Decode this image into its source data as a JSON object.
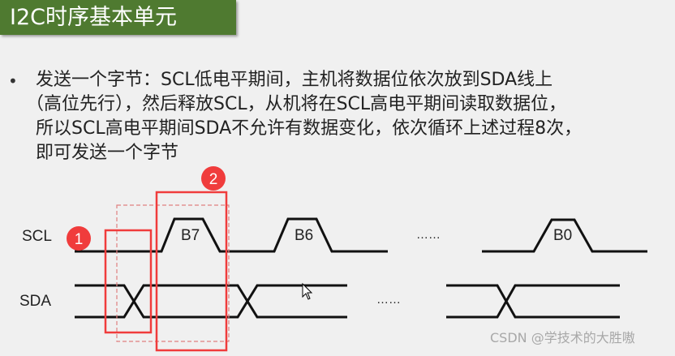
{
  "title": "I2C时序基本单元",
  "bullet_lines": [
    "发送一个字节：SCL低电平期间，主机将数据位依次放到SDA线上",
    "（高位先行），然后释放SCL，从机将在SCL高电平期间读取数据位，",
    "所以SCL高电平期间SDA不允许有数据变化，依次循环上述过程8次，",
    "即可发送一个字节"
  ],
  "diagram": {
    "scl_label": "SCL",
    "sda_label": "SDA",
    "bits": [
      "B7",
      "B6",
      "B0"
    ],
    "ellipsis": "……",
    "ellipsis_sda": "……",
    "markers": [
      "1",
      "2"
    ]
  },
  "watermark": "CSDN @学技术的大胜嗷",
  "colors": {
    "title_bg": "#4f7a30",
    "marker": "#f03c3c",
    "box": "#f03c3c"
  }
}
